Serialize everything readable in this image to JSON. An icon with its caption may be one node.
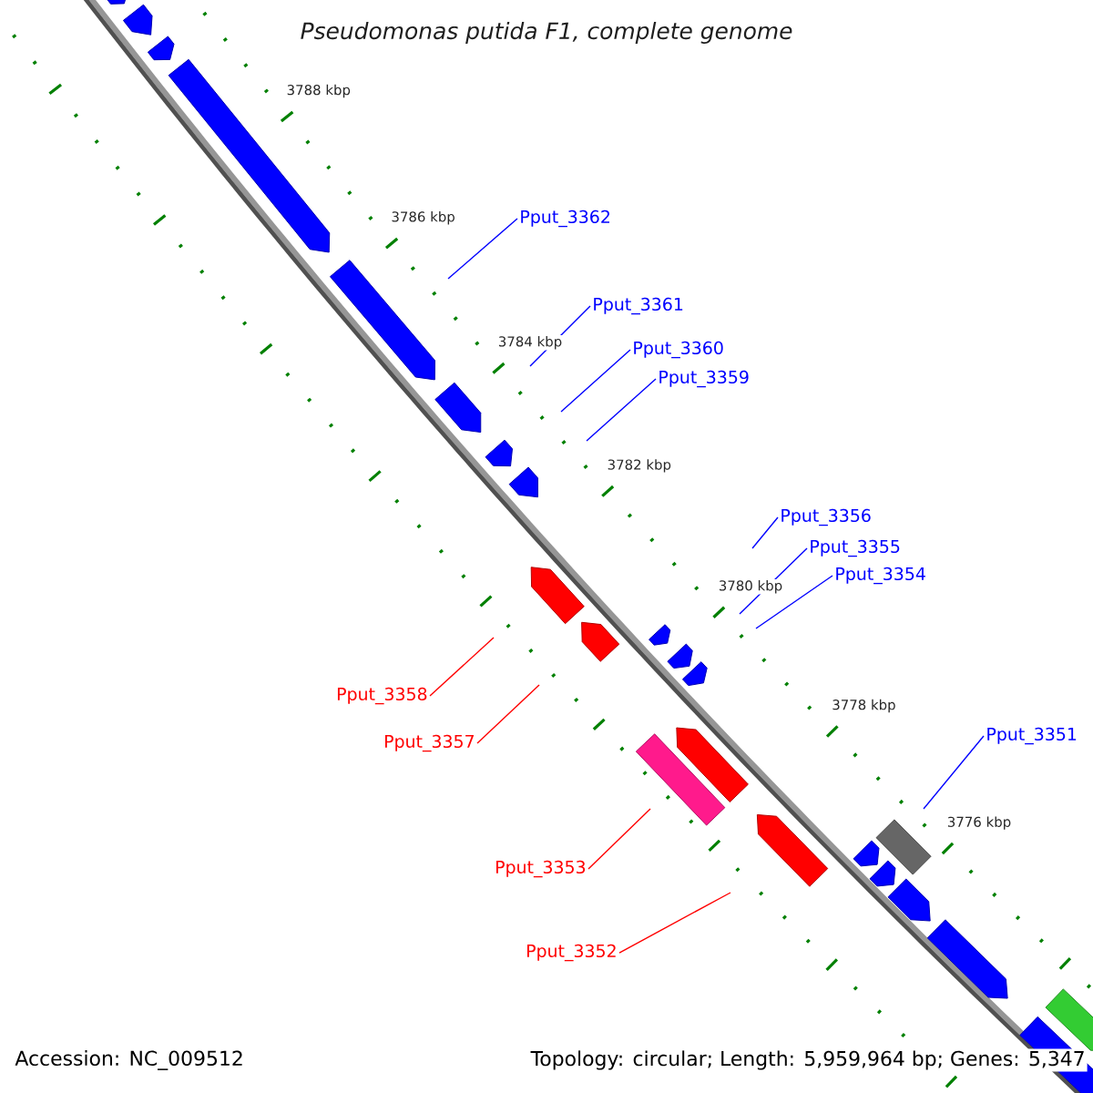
{
  "diagram": {
    "title": "Pseudomonas putida F1, complete genome",
    "nodes": [
      {
        "text": [
          "Pput_3362"
        ]
      },
      {
        "text": [
          "Pput_3361"
        ]
      },
      {
        "text": [
          "Pput_3360"
        ]
      },
      {
        "text": [
          "Pput_3359"
        ]
      },
      {
        "text": [
          "Pput_3356"
        ]
      },
      {
        "text": [
          "Pput_3355"
        ]
      },
      {
        "text": [
          "Pput_3354"
        ]
      },
      {
        "text": [
          "Pput_3358"
        ]
      },
      {
        "text": [
          "Pput_3351"
        ]
      },
      {
        "text": [
          "Pput_3357"
        ]
      },
      {
        "text": [
          "Pput_3353"
        ]
      },
      {
        "text": [
          "Pput_3352"
        ]
      }
    ],
    "edges": [
      {
        "from": 0,
        "to": null,
        "arrow": "none"
      },
      {
        "from": 1,
        "to": null,
        "arrow": "none"
      },
      {
        "from": 2,
        "to": null,
        "arrow": "none"
      },
      {
        "from": 3,
        "to": null,
        "arrow": "none"
      },
      {
        "from": 4,
        "to": null,
        "arrow": "none"
      },
      {
        "from": 5,
        "to": null,
        "arrow": "none"
      },
      {
        "from": 6,
        "to": null,
        "arrow": "none"
      },
      {
        "from": 7,
        "to": null,
        "arrow": "none",
        "color": "#ff0000"
      },
      {
        "from": 8,
        "to": null,
        "arrow": "none"
      },
      {
        "from": 9,
        "to": null,
        "arrow": "none",
        "color": "#ff0000"
      },
      {
        "from": 10,
        "to": null,
        "arrow": "none",
        "color": "#ff0000"
      },
      {
        "from": 11,
        "to": null,
        "arrow": "none",
        "color": "#ff0000"
      }
    ],
    "labels": [
      "3788 kbp",
      "3786 kbp",
      "3784 kbp",
      "3782 kbp",
      "3780 kbp",
      "3778 kbp",
      "3776 kbp",
      "Accession: NC_009512",
      "Topology: circular; Length: 5,959,964 bp; Genes: 5,347"
    ]
  }
}
